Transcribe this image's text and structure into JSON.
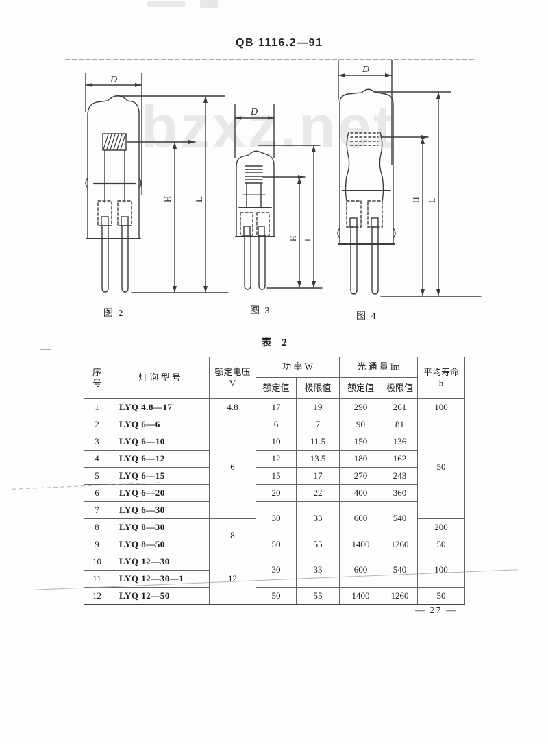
{
  "page": {
    "doc_number": "QB 1116.2—91",
    "page_number": "— 27 —",
    "watermark": "bzxz.net"
  },
  "figures": {
    "fig2": {
      "caption": "图 2",
      "d": "D",
      "h": "H",
      "l": "L"
    },
    "fig3": {
      "caption": "图 3",
      "d": "D",
      "h": "H",
      "l": "L"
    },
    "fig4": {
      "caption": "图 4",
      "d": "D",
      "h": "H",
      "l": "L"
    }
  },
  "table": {
    "title": "表　2",
    "headers": {
      "no": "序\n号",
      "model": "灯  泡  型  号",
      "voltage": "额定电压\nV",
      "power_group": "功    率   W",
      "flux_group": "光  通  量  lm",
      "p_rated": "额定值",
      "p_limit": "极限值",
      "f_rated": "额定值",
      "f_limit": "极限值",
      "life": "平均寿命\nh"
    },
    "rows": [
      {
        "no": "1",
        "model": "LYQ 4.8—17",
        "voltage": "4.8",
        "p_rated": "17",
        "p_limit": "19",
        "f_rated": "290",
        "f_limit": "261",
        "life": "100"
      },
      {
        "no": "2",
        "model": "LYQ 6—6",
        "voltage": "6",
        "p_rated": "6",
        "p_limit": "7",
        "f_rated": "90",
        "f_limit": "81",
        "life": "50"
      },
      {
        "no": "3",
        "model": "LYQ 6—10",
        "p_rated": "10",
        "p_limit": "11.5",
        "f_rated": "150",
        "f_limit": "136"
      },
      {
        "no": "4",
        "model": "LYQ 6—12",
        "p_rated": "12",
        "p_limit": "13.5",
        "f_rated": "180",
        "f_limit": "162"
      },
      {
        "no": "5",
        "model": "LYQ 6—15",
        "p_rated": "15",
        "p_limit": "17",
        "f_rated": "270",
        "f_limit": "243"
      },
      {
        "no": "6",
        "model": "LYQ 6—20",
        "p_rated": "20",
        "p_limit": "22",
        "f_rated": "400",
        "f_limit": "360"
      },
      {
        "no": "7",
        "model": "LYQ 6—30",
        "p_rated": "30",
        "p_limit": "33",
        "f_rated": "600",
        "f_limit": "540"
      },
      {
        "no": "8",
        "model": "LYQ 8—30",
        "voltage": "8",
        "life": "200"
      },
      {
        "no": "9",
        "model": "LYQ 8—50",
        "p_rated": "50",
        "p_limit": "55",
        "f_rated": "1400",
        "f_limit": "1260",
        "life": "50"
      },
      {
        "no": "10",
        "model": "LYQ 12—30",
        "voltage": "12",
        "p_rated": "30",
        "p_limit": "33",
        "f_rated": "600",
        "f_limit": "540",
        "life": "100"
      },
      {
        "no": "11",
        "model": "LYQ 12—30—1"
      },
      {
        "no": "12",
        "model": "LYQ 12—50",
        "p_rated": "50",
        "p_limit": "55",
        "f_rated": "1400",
        "f_limit": "1260",
        "life": "50"
      }
    ]
  }
}
